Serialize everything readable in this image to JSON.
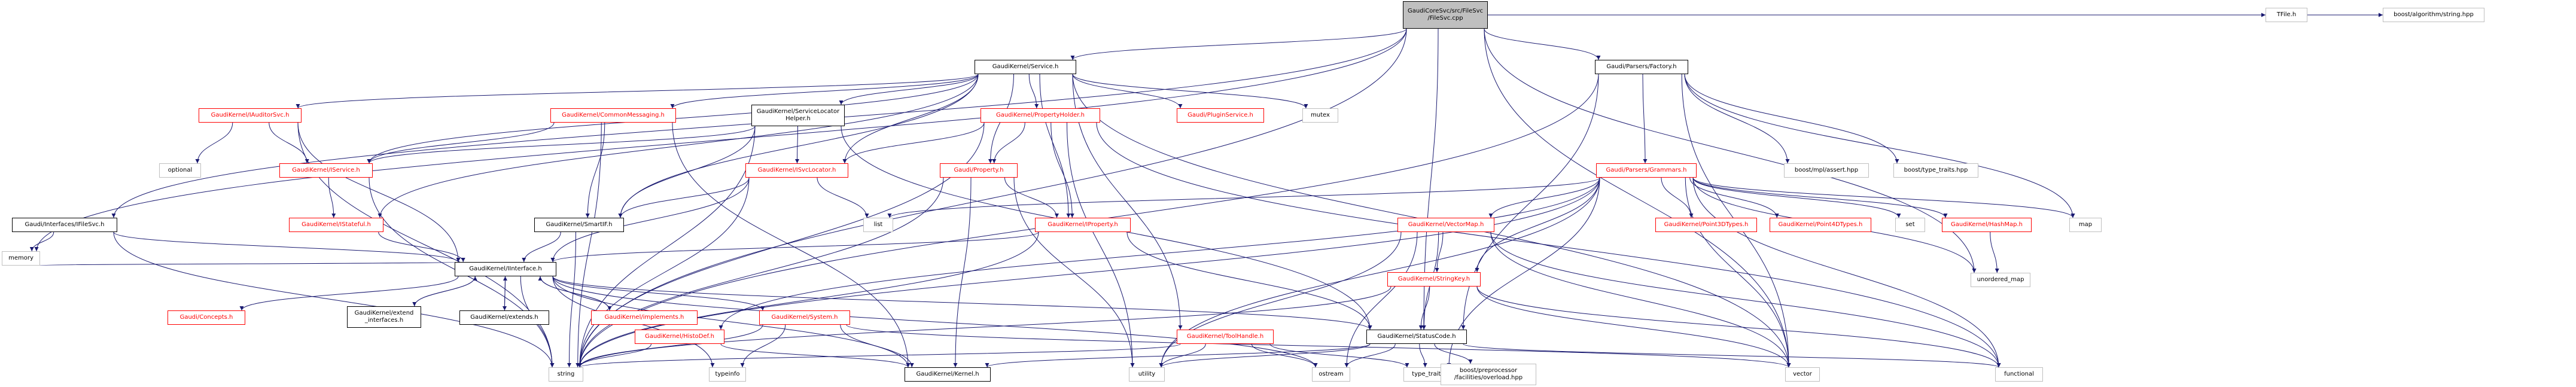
{
  "colors": {
    "edge": "#191970",
    "root_fill": "#bfbfbf",
    "documented_border": "#000000",
    "undocumented_border": "#ff0000",
    "external_border": "#bfbfbf"
  },
  "nodes": [
    {
      "id": "root",
      "label": "GaudiCoreSvc/src/FileSvc\n/FileSvc.cpp",
      "style": "root"
    },
    {
      "id": "service_h",
      "label": "GaudiKernel/Service.h",
      "style": "black"
    },
    {
      "id": "factory_h",
      "label": "Gaudi/Parsers/Factory.h",
      "style": "black"
    },
    {
      "id": "tfile_h",
      "label": "TFile.h",
      "style": "plain"
    },
    {
      "id": "algostring",
      "label": "boost/algorithm/string.hpp",
      "style": "plain"
    },
    {
      "id": "iauditorsvc",
      "label": "GaudiKernel/IAuditorSvc.h",
      "style": "red"
    },
    {
      "id": "commonmessaging",
      "label": "GaudiKernel/CommonMessaging.h",
      "style": "red"
    },
    {
      "id": "servicelocatorhelper",
      "label": "GaudiKernel/ServiceLocator\nHelper.h",
      "style": "black"
    },
    {
      "id": "propertyholder",
      "label": "GaudiKernel/PropertyHolder.h",
      "style": "red"
    },
    {
      "id": "ipluginservice",
      "label": "Gaudi/PluginService.h",
      "style": "red"
    },
    {
      "id": "mutex",
      "label": "mutex",
      "style": "plain"
    },
    {
      "id": "optional",
      "label": "optional",
      "style": "plain"
    },
    {
      "id": "iservice",
      "label": "GaudiKernel/IService.h",
      "style": "red"
    },
    {
      "id": "isvclocator",
      "label": "GaudiKernel/ISvcLocator.h",
      "style": "red"
    },
    {
      "id": "property_h",
      "label": "Gaudi/Property.h",
      "style": "red"
    },
    {
      "id": "grammars",
      "label": "Gaudi/Parsers/Grammars.h",
      "style": "red"
    },
    {
      "id": "mplassert",
      "label": "boost/mpl/assert.hpp",
      "style": "plain"
    },
    {
      "id": "typetraits_hpp",
      "label": "boost/type_traits.hpp",
      "style": "plain"
    },
    {
      "id": "ifilesvc",
      "label": "Gaudi/Interfaces/IFileSvc.h",
      "style": "black"
    },
    {
      "id": "istateful",
      "label": "GaudiKernel/IStateful.h",
      "style": "red"
    },
    {
      "id": "smartif",
      "label": "GaudiKernel/SmartIF.h",
      "style": "black"
    },
    {
      "id": "iproperty",
      "label": "GaudiKernel/IProperty.h",
      "style": "red"
    },
    {
      "id": "list",
      "label": "list",
      "style": "plain"
    },
    {
      "id": "vectormap",
      "label": "GaudiKernel/VectorMap.h",
      "style": "red"
    },
    {
      "id": "point3d",
      "label": "GaudiKernel/Point3DTypes.h",
      "style": "red"
    },
    {
      "id": "point4d",
      "label": "GaudiKernel/Point4DTypes.h",
      "style": "red"
    },
    {
      "id": "set",
      "label": "set",
      "style": "plain"
    },
    {
      "id": "hashmap",
      "label": "GaudiKernel/HashMap.h",
      "style": "red"
    },
    {
      "id": "map",
      "label": "map",
      "style": "plain"
    },
    {
      "id": "memory",
      "label": "memory",
      "style": "plain"
    },
    {
      "id": "iinterface",
      "label": "GaudiKernel/IInterface.h",
      "style": "black"
    },
    {
      "id": "stringkey",
      "label": "GaudiKernel/StringKey.h",
      "style": "red"
    },
    {
      "id": "unordered_map",
      "label": "unordered_map",
      "style": "plain"
    },
    {
      "id": "concepts",
      "label": "Gaudi/Concepts.h",
      "style": "red"
    },
    {
      "id": "extend_interfaces",
      "label": "GaudiKernel/extend\n_interfaces.h",
      "style": "black"
    },
    {
      "id": "extends",
      "label": "GaudiKernel/extends.h",
      "style": "black"
    },
    {
      "id": "implements",
      "label": "GaudiKernel/implements.h",
      "style": "red"
    },
    {
      "id": "system_h",
      "label": "GaudiKernel/System.h",
      "style": "red"
    },
    {
      "id": "histodef",
      "label": "GaudiKernel/HistoDef.h",
      "style": "red"
    },
    {
      "id": "toolhandle",
      "label": "GaudiKernel/ToolHandle.h",
      "style": "red"
    },
    {
      "id": "statuscode",
      "label": "GaudiKernel/StatusCode.h",
      "style": "black"
    },
    {
      "id": "string",
      "label": "string",
      "style": "plain"
    },
    {
      "id": "typeinfo",
      "label": "typeinfo",
      "style": "plain"
    },
    {
      "id": "kernel_h",
      "label": "GaudiKernel/Kernel.h",
      "style": "black"
    },
    {
      "id": "utility",
      "label": "utility",
      "style": "plain"
    },
    {
      "id": "ostream",
      "label": "ostream",
      "style": "plain"
    },
    {
      "id": "type_traits",
      "label": "type_traits",
      "style": "plain"
    },
    {
      "id": "overload",
      "label": "boost/preprocessor\n/facilities/overload.hpp",
      "style": "plain"
    },
    {
      "id": "vector",
      "label": "vector",
      "style": "plain"
    },
    {
      "id": "functional",
      "label": "functional",
      "style": "plain"
    }
  ],
  "edges": [
    [
      "root",
      "service_h"
    ],
    [
      "root",
      "factory_h"
    ],
    [
      "root",
      "tfile_h"
    ],
    [
      "root",
      "algostring"
    ],
    [
      "root",
      "ifilesvc"
    ],
    [
      "root",
      "memory"
    ],
    [
      "root",
      "string"
    ],
    [
      "root",
      "statuscode"
    ],
    [
      "root",
      "vector"
    ],
    [
      "root",
      "unordered_map"
    ],
    [
      "service_h",
      "iauditorsvc"
    ],
    [
      "service_h",
      "commonmessaging"
    ],
    [
      "service_h",
      "servicelocatorhelper"
    ],
    [
      "service_h",
      "propertyholder"
    ],
    [
      "service_h",
      "ipluginservice"
    ],
    [
      "service_h",
      "mutex"
    ],
    [
      "service_h",
      "iservice"
    ],
    [
      "service_h",
      "isvclocator"
    ],
    [
      "service_h",
      "property_h"
    ],
    [
      "service_h",
      "istateful"
    ],
    [
      "service_h",
      "smartif"
    ],
    [
      "service_h",
      "iproperty"
    ],
    [
      "service_h",
      "toolhandle"
    ],
    [
      "service_h",
      "vector"
    ],
    [
      "factory_h",
      "grammars"
    ],
    [
      "factory_h",
      "mplassert"
    ],
    [
      "factory_h",
      "typetraits_hpp"
    ],
    [
      "factory_h",
      "string"
    ],
    [
      "factory_h",
      "statuscode"
    ],
    [
      "factory_h",
      "map"
    ],
    [
      "factory_h",
      "vector"
    ],
    [
      "iauditorsvc",
      "optional"
    ],
    [
      "iauditorsvc",
      "iservice"
    ],
    [
      "iauditorsvc",
      "string"
    ],
    [
      "iauditorsvc",
      "iinterface"
    ],
    [
      "commonmessaging",
      "iservice"
    ],
    [
      "commonmessaging",
      "smartif"
    ],
    [
      "commonmessaging",
      "kernel_h"
    ],
    [
      "commonmessaging",
      "string"
    ],
    [
      "servicelocatorhelper",
      "iservice"
    ],
    [
      "servicelocatorhelper",
      "isvclocator"
    ],
    [
      "servicelocatorhelper",
      "smartif"
    ],
    [
      "servicelocatorhelper",
      "string"
    ],
    [
      "servicelocatorhelper",
      "statuscode"
    ],
    [
      "propertyholder",
      "isvclocator"
    ],
    [
      "propertyholder",
      "property_h"
    ],
    [
      "propertyholder",
      "iproperty"
    ],
    [
      "propertyholder",
      "string"
    ],
    [
      "propertyholder",
      "utility"
    ],
    [
      "propertyholder",
      "functional"
    ],
    [
      "iservice",
      "istateful"
    ],
    [
      "iservice",
      "string"
    ],
    [
      "isvclocator",
      "list"
    ],
    [
      "isvclocator",
      "smartif"
    ],
    [
      "isvclocator",
      "iinterface"
    ],
    [
      "isvclocator",
      "string"
    ],
    [
      "property_h",
      "iproperty"
    ],
    [
      "property_h",
      "string"
    ],
    [
      "property_h",
      "kernel_h"
    ],
    [
      "property_h",
      "utility"
    ],
    [
      "grammars",
      "list"
    ],
    [
      "grammars",
      "vectormap"
    ],
    [
      "grammars",
      "point3d"
    ],
    [
      "grammars",
      "point4d"
    ],
    [
      "grammars",
      "set"
    ],
    [
      "grammars",
      "hashmap"
    ],
    [
      "grammars",
      "map"
    ],
    [
      "grammars",
      "stringkey"
    ],
    [
      "grammars",
      "unordered_map"
    ],
    [
      "grammars",
      "histodef"
    ],
    [
      "grammars",
      "string"
    ],
    [
      "grammars",
      "vector"
    ],
    [
      "grammars",
      "utility"
    ],
    [
      "grammars",
      "type_traits"
    ],
    [
      "grammars",
      "functional"
    ],
    [
      "ifilesvc",
      "iinterface"
    ],
    [
      "ifilesvc",
      "memory"
    ],
    [
      "ifilesvc",
      "string"
    ],
    [
      "istateful",
      "iinterface"
    ],
    [
      "smartif",
      "iinterface"
    ],
    [
      "smartif",
      "string"
    ],
    [
      "iproperty",
      "iinterface"
    ],
    [
      "iproperty",
      "statuscode"
    ],
    [
      "iproperty",
      "string"
    ],
    [
      "vectormap",
      "stringkey"
    ],
    [
      "vectormap",
      "statuscode"
    ],
    [
      "vectormap",
      "utility"
    ],
    [
      "vectormap",
      "vector"
    ],
    [
      "vectormap",
      "ostream"
    ],
    [
      "vectormap",
      "functional"
    ],
    [
      "hashmap",
      "unordered_map"
    ],
    [
      "iinterface",
      "memory"
    ],
    [
      "iinterface",
      "concepts"
    ],
    [
      "iinterface",
      "extend_interfaces"
    ],
    [
      "iinterface",
      "extends"
    ],
    [
      "iinterface",
      "implements"
    ],
    [
      "iinterface",
      "system_h"
    ],
    [
      "iinterface",
      "statuscode"
    ],
    [
      "iinterface",
      "typeinfo"
    ],
    [
      "iinterface",
      "kernel_h"
    ],
    [
      "iinterface",
      "ostream"
    ],
    [
      "iinterface",
      "string"
    ],
    [
      "stringkey",
      "statuscode"
    ],
    [
      "stringkey",
      "string"
    ],
    [
      "stringkey",
      "vector"
    ],
    [
      "stringkey",
      "functional"
    ],
    [
      "extend_interfaces",
      "iinterface"
    ],
    [
      "extends",
      "iinterface"
    ],
    [
      "implements",
      "iinterface"
    ],
    [
      "system_h",
      "string"
    ],
    [
      "system_h",
      "typeinfo"
    ],
    [
      "system_h",
      "kernel_h"
    ],
    [
      "system_h",
      "vector"
    ],
    [
      "histodef",
      "string"
    ],
    [
      "histodef",
      "kernel_h"
    ],
    [
      "toolhandle",
      "string"
    ],
    [
      "toolhandle",
      "utility"
    ],
    [
      "toolhandle",
      "type_traits"
    ],
    [
      "toolhandle",
      "ostream"
    ],
    [
      "statuscode",
      "kernel_h"
    ],
    [
      "statuscode",
      "utility"
    ],
    [
      "statuscode",
      "type_traits"
    ],
    [
      "statuscode",
      "overload"
    ],
    [
      "statuscode",
      "ostream"
    ],
    [
      "statuscode",
      "functional"
    ]
  ]
}
